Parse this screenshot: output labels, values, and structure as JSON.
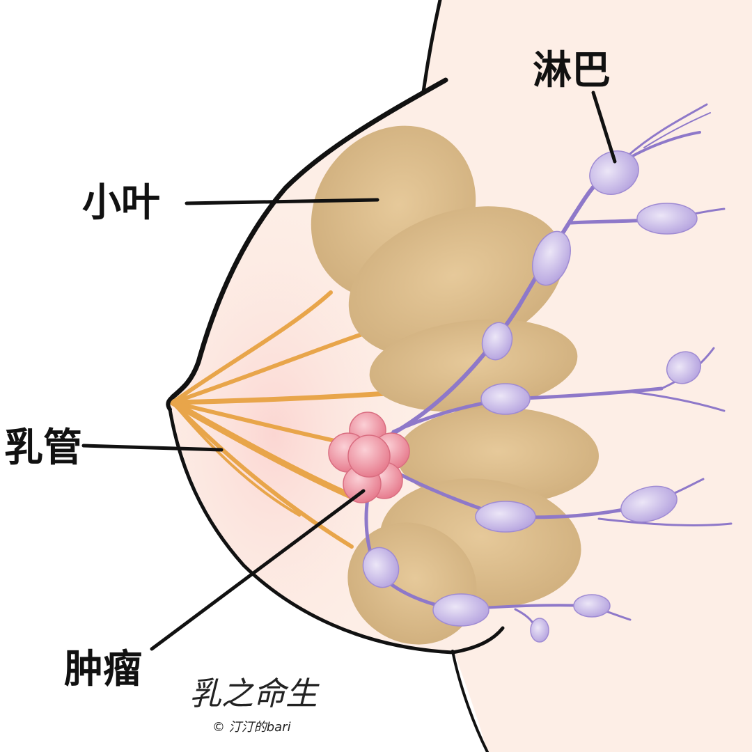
{
  "labels": {
    "lymph": "淋巴",
    "lobule": "小叶",
    "duct": "乳管",
    "tumor": "肿瘤"
  },
  "watermark": {
    "brand": "乳之命生",
    "copyright": "© 汀汀的bari"
  },
  "colors": {
    "skin": "#fdeee6",
    "skin_glow": "#fbd9d6",
    "outline": "#111111",
    "lobule": "#dcbe8e",
    "duct": "#e8a54a",
    "lymph_vessel": "#8e78c9",
    "lymph_node": "#c8bbe6",
    "tumor": "#f08a9a"
  }
}
